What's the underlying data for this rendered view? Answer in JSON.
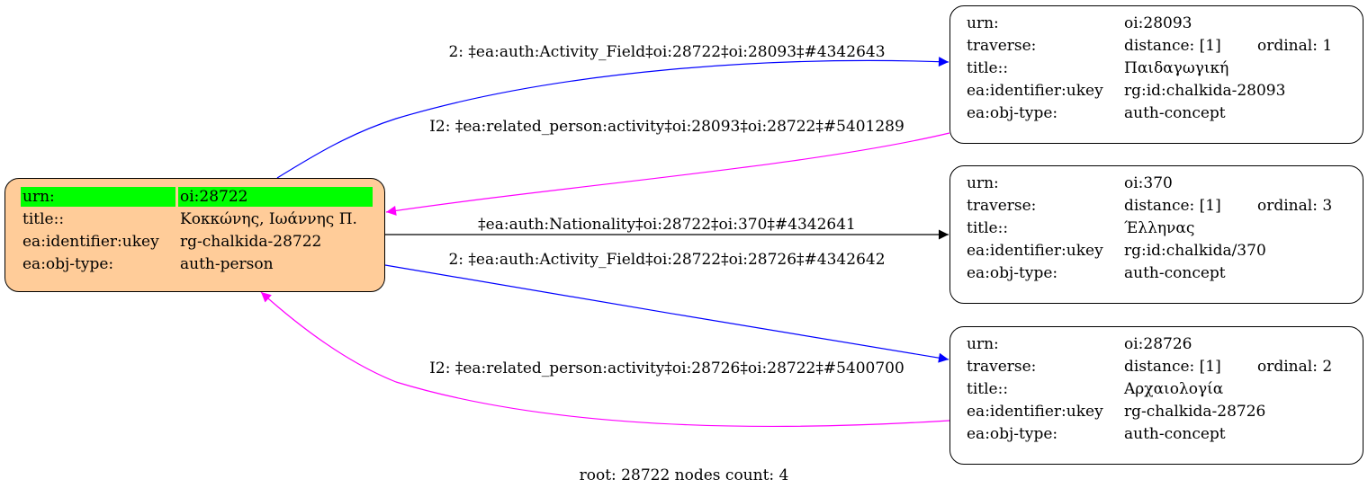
{
  "root_node": {
    "rows": [
      {
        "key": "urn:",
        "value": "oi:28722"
      },
      {
        "key": "title::",
        "value": "Κοκκώνης, Ιωάννης Π."
      },
      {
        "key": "ea:identifier:ukey",
        "value": "rg-chalkida-28722"
      },
      {
        "key": "ea:obj-type:",
        "value": "auth-person"
      }
    ],
    "fill": "#ffcc99",
    "highlight": "#00ff00"
  },
  "nodes": [
    {
      "urn_key": "urn:",
      "urn": "oi:28093",
      "traverse_key": "traverse:",
      "distance": "distance: [1]",
      "ordinal": "ordinal: 1",
      "title_key": "title::",
      "title": "Παιδαγωγική",
      "ukey_key": "ea:identifier:ukey",
      "ukey": "rg:id:chalkida-28093",
      "type_key": "ea:obj-type:",
      "type": "auth-concept"
    },
    {
      "urn_key": "urn:",
      "urn": "oi:370",
      "traverse_key": "traverse:",
      "distance": "distance: [1]",
      "ordinal": "ordinal: 3",
      "title_key": "title::",
      "title": "Έλληνας",
      "ukey_key": "ea:identifier:ukey",
      "ukey": "rg:id:chalkida/370",
      "type_key": "ea:obj-type:",
      "type": "auth-concept"
    },
    {
      "urn_key": "urn:",
      "urn": "oi:28726",
      "traverse_key": "traverse:",
      "distance": "distance: [1]",
      "ordinal": "ordinal: 2",
      "title_key": "title::",
      "title": "Αρχαιολογία",
      "ukey_key": "ea:identifier:ukey",
      "ukey": "rg-chalkida-28726",
      "type_key": "ea:obj-type:",
      "type": "auth-concept"
    }
  ],
  "edges": [
    {
      "label": "2: ‡ea:auth:Activity_Field‡oi:28722‡oi:28093‡#4342643",
      "color": "#0000ff"
    },
    {
      "label": "I2: ‡ea:related_person:activity‡oi:28093‡oi:28722‡#5401289",
      "color": "#ff00ff"
    },
    {
      "label": "‡ea:auth:Nationality‡oi:28722‡oi:370‡#4342641",
      "color": "#000000"
    },
    {
      "label": "2: ‡ea:auth:Activity_Field‡oi:28722‡oi:28726‡#4342642",
      "color": "#0000ff"
    },
    {
      "label": "I2: ‡ea:related_person:activity‡oi:28726‡oi:28722‡#5400700",
      "color": "#ff00ff"
    }
  ],
  "footer": "root: 28722 nodes count: 4"
}
